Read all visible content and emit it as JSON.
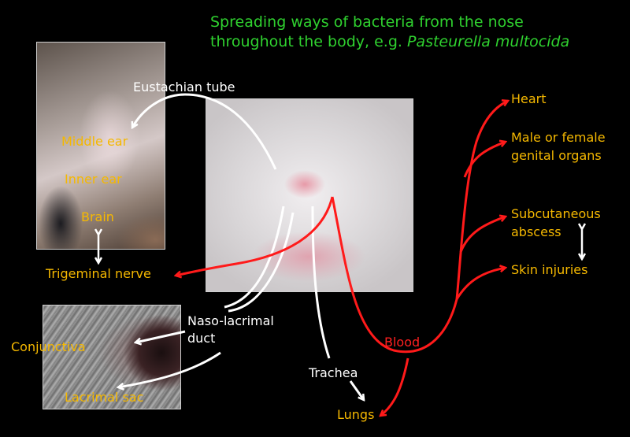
{
  "title": {
    "line1": "Spreading ways of bacteria from the nose",
    "line2_prefix": "throughout the body, e.g. ",
    "line2_species": "Pasteurella multocida"
  },
  "labels": {
    "eustachian_tube": "Eustachian tube",
    "middle_ear": "Middle ear",
    "inner_ear": "Inner ear",
    "brain": "Brain",
    "trigeminal_nerve": "Trigeminal nerve",
    "conjunctiva": "Conjunctiva",
    "lacrimal_sac": "Lacrimal sac",
    "naso_lacrimal_1": "Naso-lacrimal",
    "naso_lacrimal_2": "duct",
    "trachea": "Trachea",
    "lungs": "Lungs",
    "blood": "Blood",
    "heart": "Heart",
    "genital_1": "Male or female",
    "genital_2": "genital organs",
    "subcutaneous_1": "Subcutaneous",
    "subcutaneous_2": "abscess",
    "skin_injuries": "Skin injuries"
  },
  "colors": {
    "title": "#2fd12f",
    "label": "#f5b800",
    "path_white": "#ffffff",
    "path_red": "#ff1a1a",
    "background": "#000000"
  },
  "icons": {
    "arrowhead": "open-chevron-arrow",
    "double_arrow": "vertical-double-headed-arrow"
  }
}
